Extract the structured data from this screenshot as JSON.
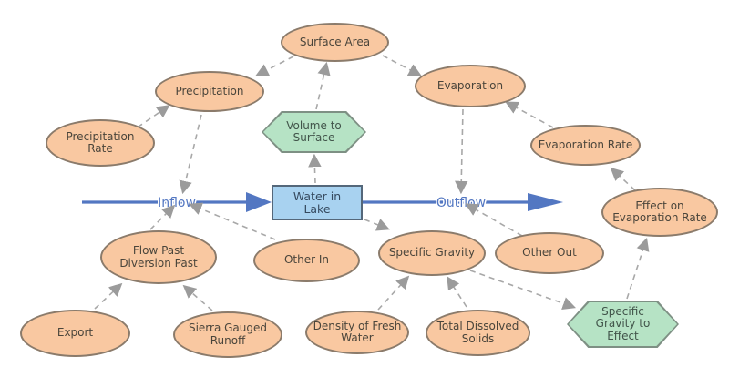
{
  "diagram": {
    "kind": "stock-and-flow causal diagram",
    "stock": {
      "label": "Water in Lake"
    },
    "flow": {
      "inflow_label": "Inflow",
      "outflow_label": "Outflow",
      "direction": "left-to-right"
    },
    "nodes": [
      {
        "id": "surface-area",
        "label": "Surface Area",
        "shape": "ellipse"
      },
      {
        "id": "precipitation",
        "label": "Precipitation",
        "shape": "ellipse"
      },
      {
        "id": "precipitation-rate",
        "label": "Precipitation Rate",
        "shape": "ellipse"
      },
      {
        "id": "volume-to-surface",
        "label": "Volume to Surface",
        "shape": "hexagon"
      },
      {
        "id": "evaporation",
        "label": "Evaporation",
        "shape": "ellipse"
      },
      {
        "id": "evaporation-rate",
        "label": "Evaporation Rate",
        "shape": "ellipse"
      },
      {
        "id": "effect-on-evaporation-rate",
        "label": "Effect on Evaporation Rate",
        "shape": "ellipse"
      },
      {
        "id": "flow-past-diversion-past",
        "label": "Flow Past Diversion Past",
        "shape": "ellipse"
      },
      {
        "id": "other-in",
        "label": "Other In",
        "shape": "ellipse"
      },
      {
        "id": "specific-gravity",
        "label": "Specific Gravity",
        "shape": "ellipse"
      },
      {
        "id": "other-out",
        "label": "Other Out",
        "shape": "ellipse"
      },
      {
        "id": "export",
        "label": "Export",
        "shape": "ellipse"
      },
      {
        "id": "sierra-gauged-runoff",
        "label": "Sierra Gauged Runoff",
        "shape": "ellipse"
      },
      {
        "id": "density-of-fresh-water",
        "label": "Density of Fresh Water",
        "shape": "ellipse"
      },
      {
        "id": "total-dissolved-solids",
        "label": "Total Dissolved Solids",
        "shape": "ellipse"
      },
      {
        "id": "specific-gravity-to-effect",
        "label": "Specific Gravity to Effect",
        "shape": "hexagon"
      },
      {
        "id": "water-in-lake",
        "label": "Water in Lake",
        "shape": "stock-rectangle"
      }
    ],
    "edges": [
      {
        "from": "Precipitation Rate",
        "to": "Precipitation"
      },
      {
        "from": "Surface Area",
        "to": "Precipitation"
      },
      {
        "from": "Volume to Surface",
        "to": "Surface Area"
      },
      {
        "from": "Water in Lake",
        "to": "Volume to Surface"
      },
      {
        "from": "Surface Area",
        "to": "Evaporation"
      },
      {
        "from": "Evaporation Rate",
        "to": "Evaporation"
      },
      {
        "from": "Effect on Evaporation Rate",
        "to": "Evaporation Rate"
      },
      {
        "from": "Specific Gravity to Effect",
        "to": "Effect on Evaporation Rate"
      },
      {
        "from": "Specific Gravity",
        "to": "Specific Gravity to Effect"
      },
      {
        "from": "Water in Lake",
        "to": "Specific Gravity"
      },
      {
        "from": "Density of Fresh Water",
        "to": "Specific Gravity"
      },
      {
        "from": "Total Dissolved Solids",
        "to": "Specific Gravity"
      },
      {
        "from": "Other Out",
        "to": "Outflow"
      },
      {
        "from": "Evaporation",
        "to": "Outflow"
      },
      {
        "from": "Precipitation",
        "to": "Inflow"
      },
      {
        "from": "Flow Past Diversion Past",
        "to": "Inflow"
      },
      {
        "from": "Other In",
        "to": "Inflow"
      },
      {
        "from": "Export",
        "to": "Flow Past Diversion Past"
      },
      {
        "from": "Sierra Gauged Runoff",
        "to": "Flow Past Diversion Past"
      }
    ],
    "colors": {
      "variable_fill": "#f9c8a1",
      "variable_border": "#8b7b6b",
      "converter_fill": "#b6e3c5",
      "converter_border": "#7e9084",
      "stock_fill": "#a8d2f0",
      "stock_border": "#54677a",
      "flow_blue": "#5377c2",
      "connector_gray": "#a8a8a8",
      "background": "#ffffff"
    }
  }
}
